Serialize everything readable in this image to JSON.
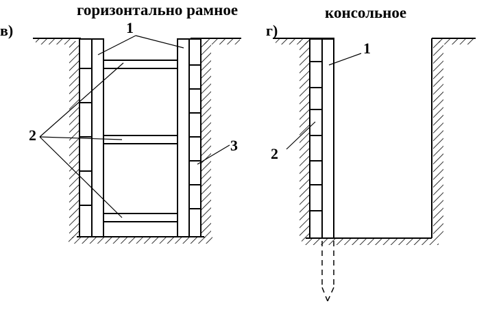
{
  "diagram_left": {
    "title": "горизонтально рамное",
    "sub_label": "в)",
    "callouts": {
      "post": "1",
      "strut": "2",
      "board": "3"
    }
  },
  "diagram_right": {
    "title": "консольное",
    "sub_label": "г)",
    "callouts": {
      "pile": "1",
      "board": "2"
    }
  },
  "stroke_color": "#000000",
  "background_color": "#ffffff"
}
